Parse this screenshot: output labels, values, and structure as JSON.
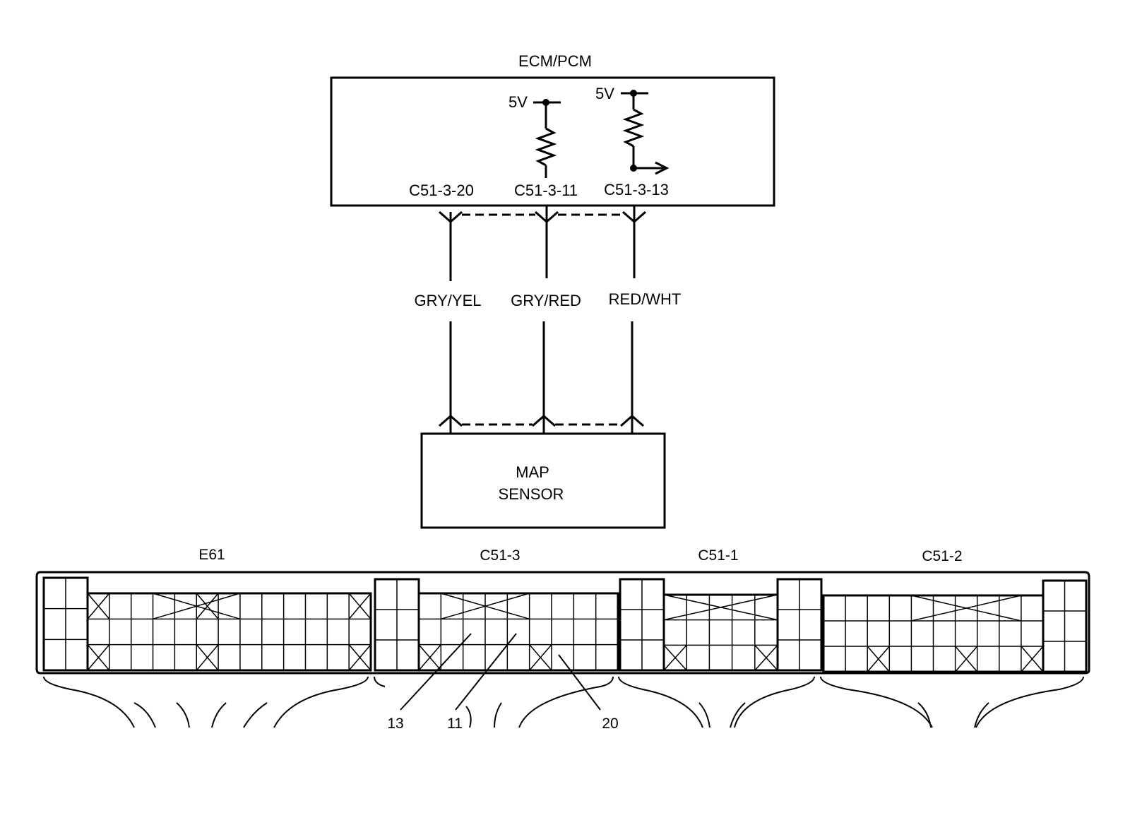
{
  "ecm": {
    "title": "ECM/PCM"
  },
  "supplies": [
    "5V",
    "5V"
  ],
  "pins": [
    "C51-3-20",
    "C51-3-11",
    "C51-3-13"
  ],
  "wires": [
    "GRY/YEL",
    "GRY/RED",
    "RED/WHT"
  ],
  "sensor": {
    "line1": "MAP",
    "line2": "SENSOR"
  },
  "connectors": [
    "E61",
    "C51-3",
    "C51-1",
    "C51-2"
  ],
  "callouts": [
    "13",
    "11",
    "20"
  ]
}
